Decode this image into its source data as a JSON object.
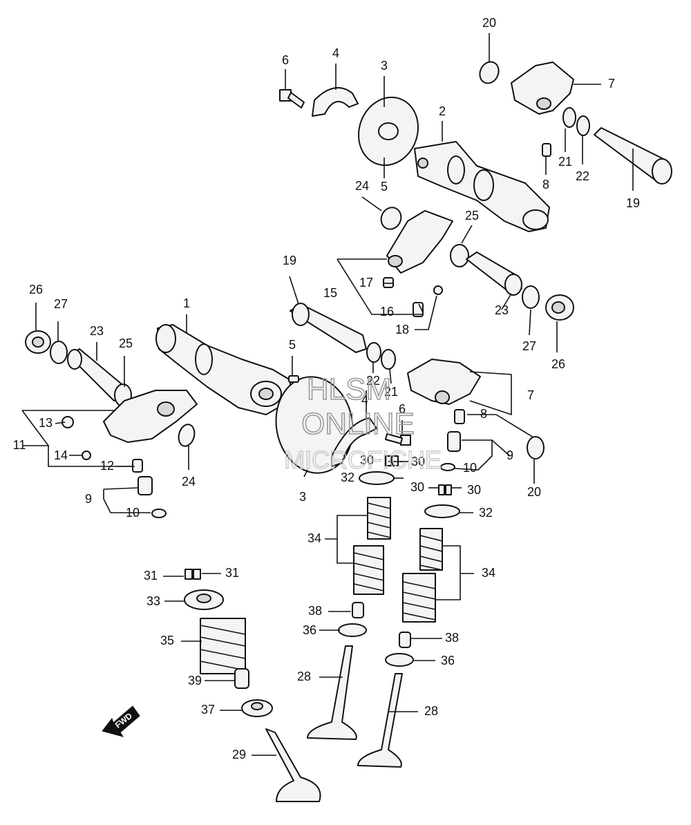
{
  "watermark": {
    "line1": "HLSM",
    "line2": "ONLINE",
    "line3": "MICROFICHE"
  },
  "fwd_badge": {
    "text": "FWD",
    "icon": "forward-arrow-icon"
  },
  "callouts": [
    "1",
    "2",
    "3",
    "3",
    "4",
    "4",
    "5",
    "5",
    "6",
    "6",
    "7",
    "7",
    "8",
    "8",
    "9",
    "9",
    "10",
    "10",
    "11",
    "12",
    "13",
    "14",
    "15",
    "16",
    "17",
    "18",
    "19",
    "19",
    "20",
    "20",
    "21",
    "21",
    "22",
    "22",
    "23",
    "23",
    "24",
    "24",
    "25",
    "25",
    "26",
    "26",
    "27",
    "27",
    "28",
    "28",
    "29",
    "30",
    "30",
    "30",
    "30",
    "31",
    "31",
    "32",
    "32",
    "33",
    "34",
    "34",
    "35",
    "36",
    "36",
    "37",
    "38",
    "38",
    "39"
  ],
  "colors": {
    "line": "#111111",
    "part_fill": "#f4f4f4",
    "watermark": "#9a9a9a"
  }
}
